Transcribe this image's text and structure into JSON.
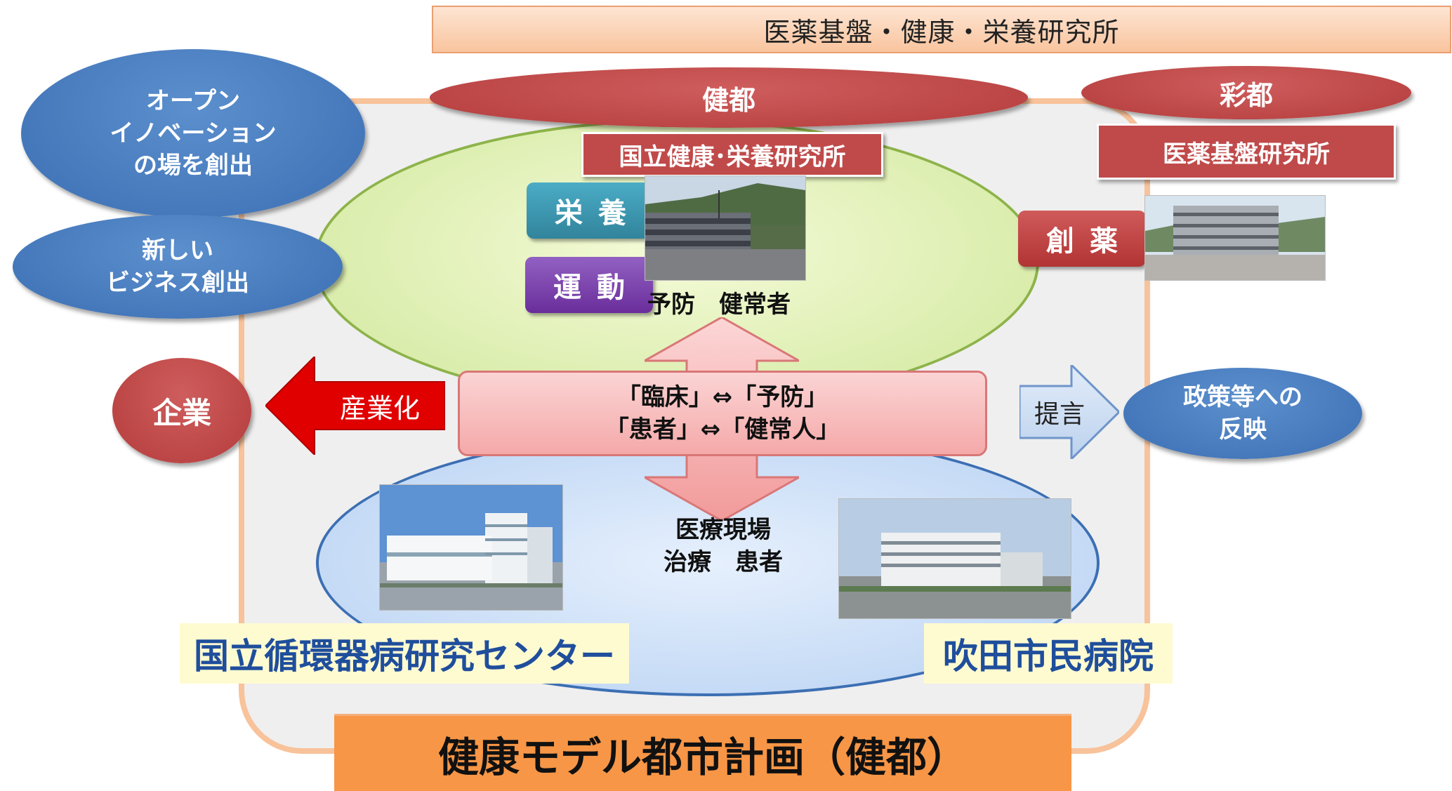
{
  "top_banner": "医薬基盤・健康・栄養研究所",
  "left_ellipses": {
    "open_innovation": [
      "オープン",
      "イノベーション",
      "の場を創出"
    ],
    "new_business": [
      "新しい",
      "ビジネス創出"
    ]
  },
  "kento": {
    "title": "健都",
    "institute": "国立健康･栄養研究所"
  },
  "saito": {
    "title": "彩都",
    "institute": "医薬基盤研究所"
  },
  "tags": {
    "nutrition": "栄養",
    "exercise": "運動",
    "drug_discovery": "創薬"
  },
  "prevention_text": "予防　健常者",
  "center_box": {
    "line1": "「臨床」⇔「予防」",
    "line2": "「患者」⇔「健常人」"
  },
  "left_arrow_label": "産業化",
  "company": "企業",
  "right_arrow_label": "提言",
  "policy": [
    "政策等への",
    "反映"
  ],
  "medical_text": [
    "医療現場",
    "治療　患者"
  ],
  "ncvc_label": "国立循環器病研究センター",
  "suita_label": "吹田市民病院",
  "bottom_title": "健康モデル都市計画（健都）",
  "colors": {
    "blue": "#3c6fb3",
    "red": "#b43c3c",
    "orange": "#f79646",
    "green_border": "#8db34a",
    "teal": "#31849b",
    "purple": "#7030a0",
    "arrow_red": "#e00000"
  }
}
